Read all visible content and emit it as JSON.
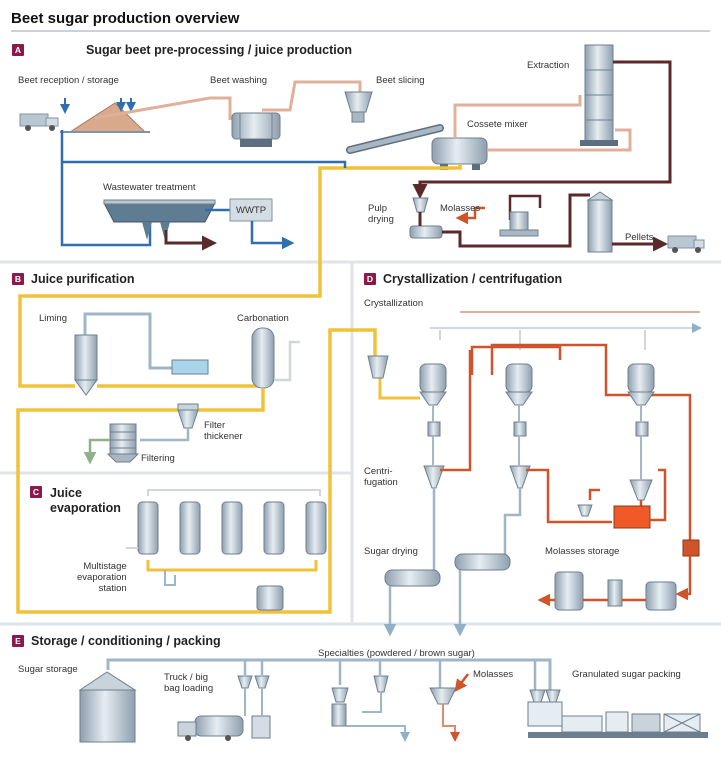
{
  "title": "Beet sugar production overview",
  "colors": {
    "section_badge": "#8b1a4a",
    "raw_juice": "#f0c23a",
    "water": "#2f6fb0",
    "steam": "#e0b09a",
    "molasses": "#d0542a",
    "pulp": "#5a2a2a",
    "equipment": "#b9c7d3",
    "section_divider": "#cfd6dc"
  },
  "sections": {
    "a": {
      "letter": "A",
      "title": "Sugar beet pre-processing / juice production"
    },
    "b": {
      "letter": "B",
      "title": "Juice purification"
    },
    "c": {
      "letter": "C",
      "title": "Juice\nevaporation"
    },
    "d": {
      "letter": "D",
      "title": "Crystallization / centrifugation"
    },
    "e": {
      "letter": "E",
      "title": "Storage / conditioning / packing"
    }
  },
  "labels": {
    "beet_reception": "Beet reception / storage",
    "beet_washing": "Beet washing",
    "beet_slicing": "Beet slicing",
    "extraction": "Extraction",
    "cossete_mixer": "Cossete mixer",
    "wastewater_treatment": "Wastewater treatment",
    "wwtp": "WWTP",
    "pulp_drying": "Pulp\ndrying",
    "molasses_a": "Molasses",
    "pellets": "Pellets",
    "liming": "Liming",
    "carbonation": "Carbonation",
    "filter_thickener": "Filter\nthickener",
    "filtering": "Filtering",
    "multistage": "Multistage\nevaporation\nstation",
    "crystallization": "Crystallization",
    "centrifugation": "Centri-\nfugation",
    "sugar_drying": "Sugar drying",
    "molasses_storage": "Molasses storage",
    "sugar_storage": "Sugar storage",
    "truck_loading": "Truck / big\nbag loading",
    "specialties": "Specialties (powdered / brown sugar)",
    "molasses_e": "Molasses",
    "granulated_packing": "Granulated sugar packing"
  }
}
